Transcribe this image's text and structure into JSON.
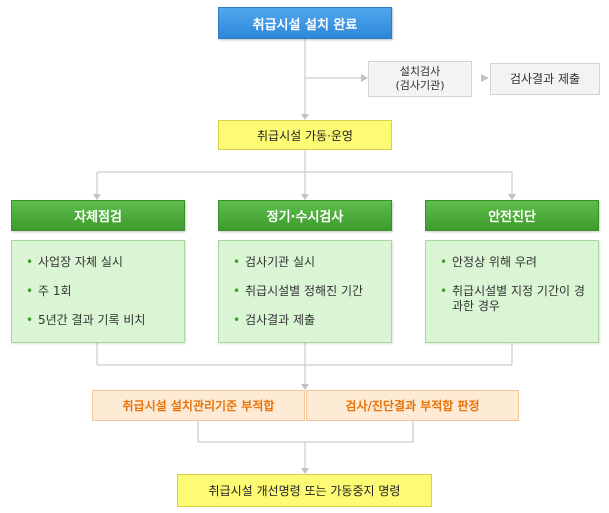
{
  "top": {
    "label": "취급시설 설치 완료"
  },
  "inspection": {
    "label": "설치검사\n(검사기관)"
  },
  "submit_results": {
    "label": "검사결과 제출"
  },
  "operation": {
    "label": "취급시설 가동·운영"
  },
  "columns": [
    {
      "header": "자체점검",
      "items": [
        "사업장 자체 실시",
        "주 1회",
        "5년간 결과 기록 비치"
      ]
    },
    {
      "header": "정기·수시검사",
      "items": [
        "검사기관 실시",
        "취급시설별 정해진 기간",
        "검사결과 제출"
      ]
    },
    {
      "header": "안전진단",
      "items": [
        "안정상 위해 우려",
        "취급시설별 지정 기간이 경과한 경우"
      ]
    }
  ],
  "noncompliance": {
    "left": "취급시설 설치관리기준 부적합",
    "right": "검사/진단결과 부적합 판정"
  },
  "final": {
    "label": "취급시설 개선명령 또는 가동중지 명령"
  },
  "colors": {
    "blue": "#2d86d8",
    "green": "#3e9b2e",
    "green_light": "#d9f5d4",
    "yellow": "#fdfb74",
    "orange_text": "#e8740c",
    "orange_bg": "#fdebd6",
    "grey_bg": "#f3f3f3"
  }
}
